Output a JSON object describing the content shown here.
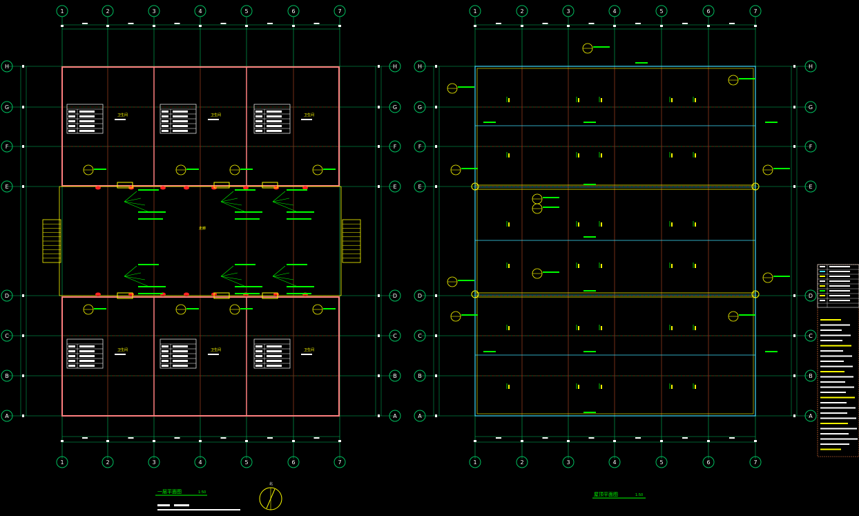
{
  "drawing": {
    "left_plan": {
      "cols": [
        "1",
        "2",
        "3",
        "4",
        "5",
        "6",
        "7"
      ],
      "rows": [
        "H",
        "G",
        "F",
        "E",
        "D",
        "C",
        "B",
        "A"
      ],
      "room_label": "卫生间",
      "corridor_label": "走廊",
      "title": "一层平面图",
      "scale": "1:50"
    },
    "right_plan": {
      "cols": [
        "1",
        "2",
        "3",
        "4",
        "5",
        "6",
        "7"
      ],
      "rows": [
        "H",
        "G",
        "F",
        "E",
        "D",
        "C",
        "B",
        "A"
      ],
      "title": "屋顶平面图",
      "scale": "1:50"
    },
    "north_label": "北",
    "colors": {
      "background": "#000000",
      "axis": "#00c060",
      "axis_text": "#ffffff",
      "red_grid": "#c00000",
      "wall": "#ff8080",
      "green_annot": "#00ff00",
      "yellow": "#ffff00",
      "cyan": "#40e0ff",
      "white": "#ffffff"
    }
  }
}
